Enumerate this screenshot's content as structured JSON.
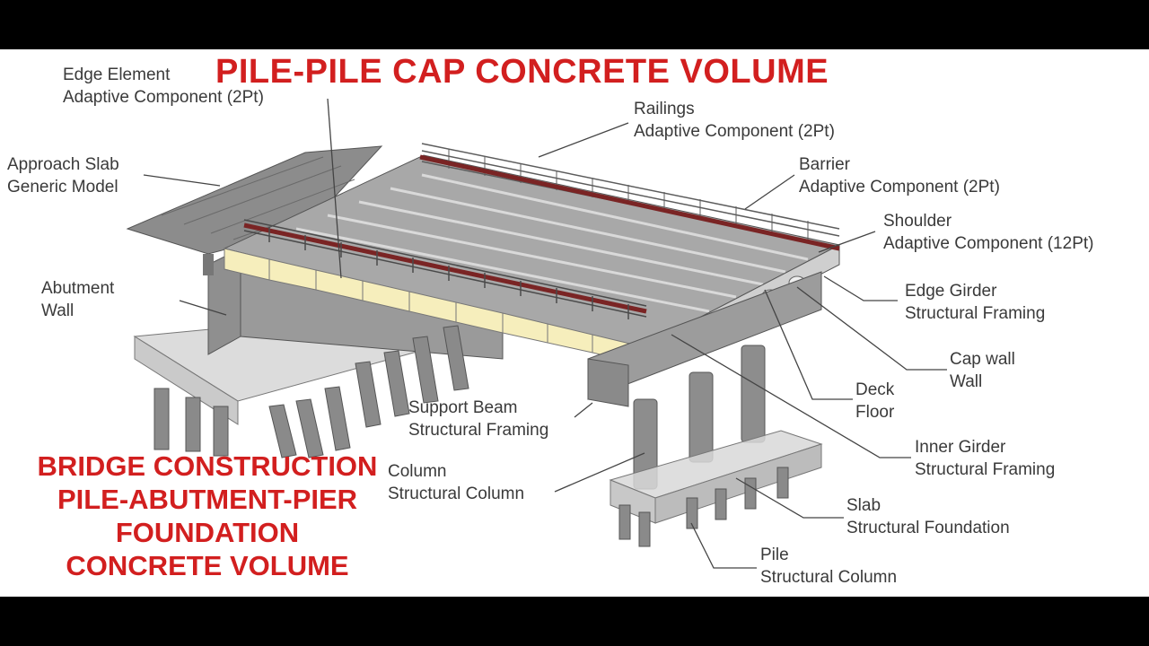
{
  "title": "PILE-PILE CAP CONCRETE VOLUME",
  "side_title": [
    "BRIDGE CONSTRUCTION",
    "PILE-ABUTMENT-PIER",
    "FOUNDATION",
    "CONCRETE VOLUME"
  ],
  "labels": {
    "edge_element": [
      "Edge Element",
      "Adaptive Component (2Pt)"
    ],
    "approach_slab": [
      "Approach Slab",
      "Generic Model"
    ],
    "abutment_wall": [
      "Abutment",
      "Wall"
    ],
    "railings": [
      "Railings",
      "Adaptive Component (2Pt)"
    ],
    "barrier": [
      "Barrier",
      "Adaptive Component (2Pt)"
    ],
    "shoulder": [
      "Shoulder",
      "Adaptive Component (12Pt)"
    ],
    "edge_girder": [
      "Edge Girder",
      "Structural Framing"
    ],
    "cap_wall": [
      "Cap wall",
      "Wall"
    ],
    "deck": [
      "Deck",
      "Floor"
    ],
    "support_beam": [
      "Support Beam",
      "Structural Framing"
    ],
    "inner_girder": [
      "Inner Girder",
      "Structural Framing"
    ],
    "column": [
      "Column",
      "Structural Column"
    ],
    "slab": [
      "Slab",
      "Structural Foundation"
    ],
    "pile": [
      "Pile",
      "Structural Column"
    ]
  },
  "colors": {
    "title_red": "#d21f1f",
    "steel_gray": "#8a8a8a",
    "concrete_light": "#d8d8d8",
    "cap_yellow": "#f6eebc",
    "rail_red": "#7a2424"
  }
}
